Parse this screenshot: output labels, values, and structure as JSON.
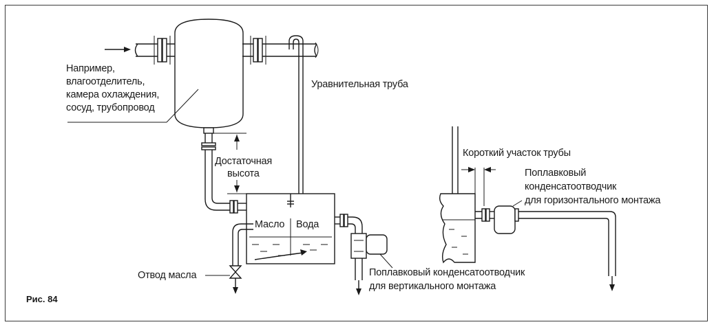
{
  "figure": {
    "caption": "Рис. 84",
    "labels": {
      "vessel": [
        "Например,",
        "влагоотделитель,",
        "камера охлаждения,",
        "сосуд, трубопровод"
      ],
      "equalizing_pipe": "Уравнительная труба",
      "sufficient_height": [
        "Достаточная",
        "высота"
      ],
      "oil": "Масло",
      "water": "Вода",
      "oil_drain": "Отвод масла",
      "vertical_trap": [
        "Поплавковый конденсатоотводчик",
        "для вертикального монтажа"
      ],
      "short_pipe": "Короткий участок трубы",
      "horizontal_trap": [
        "Поплавковый",
        "конденсатоотводчик",
        "для горизонтального монтажа"
      ]
    }
  }
}
